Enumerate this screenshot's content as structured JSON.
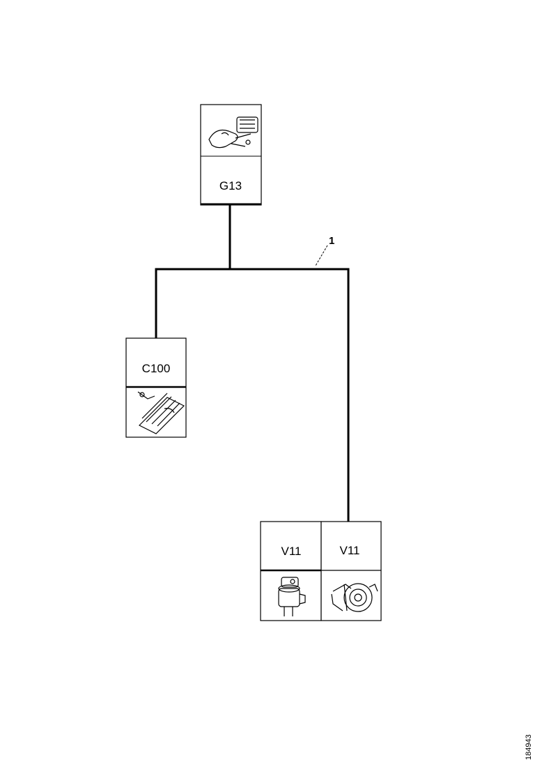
{
  "components": {
    "top": {
      "label": "G13",
      "icon": "harness-connector-icon"
    },
    "left": {
      "label": "C100",
      "icon": "multi-pin-connector-icon"
    },
    "bottom_left": {
      "label": "V11",
      "icon": "motor-unit-icon"
    },
    "bottom_right": {
      "label": "V11",
      "icon": "pump-unit-icon"
    }
  },
  "wire": {
    "callout": "1"
  },
  "document_id": "184943"
}
